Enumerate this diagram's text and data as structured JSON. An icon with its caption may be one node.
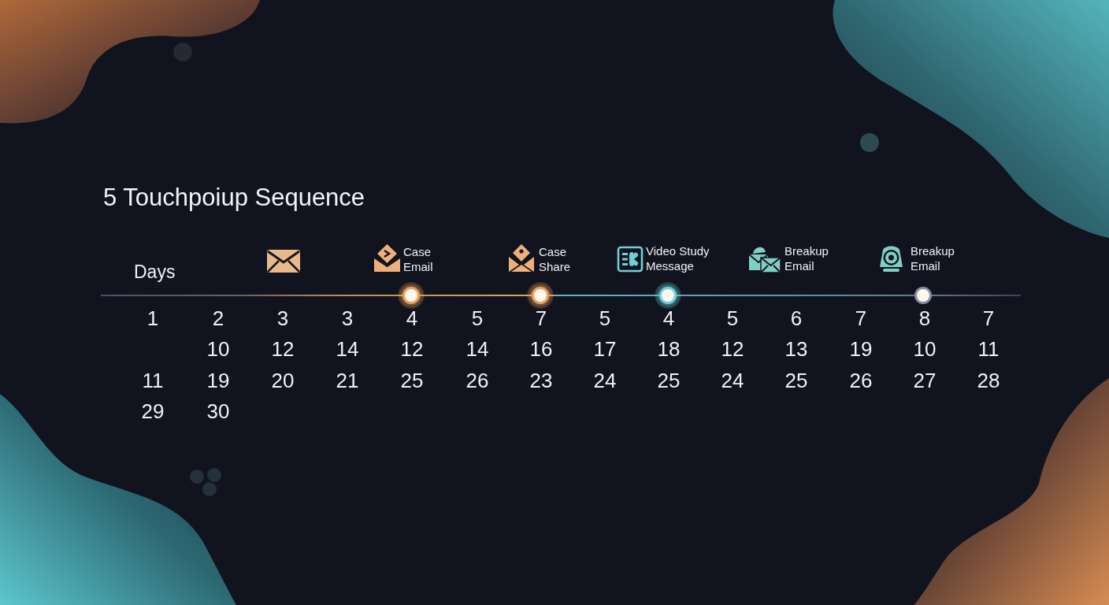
{
  "diagram": {
    "title": "5 Touchpoiup Sequence",
    "labels": [
      "Days",
      "Case Email",
      "Case Share",
      "Video Study Message",
      "Breakup Email",
      "Breakup Email",
      "1",
      "2",
      "3",
      "3",
      "4",
      "5",
      "7",
      "5",
      "4",
      "5",
      "6",
      "7",
      "8",
      "7",
      "10",
      "12",
      "14",
      "12",
      "14",
      "16",
      "17",
      "18",
      "12",
      "13",
      "19",
      "10",
      "11",
      "11",
      "19",
      "20",
      "21",
      "25",
      "26",
      "23",
      "24",
      "25",
      "24",
      "25",
      "26",
      "27",
      "28",
      "29",
      "30"
    ]
  }
}
